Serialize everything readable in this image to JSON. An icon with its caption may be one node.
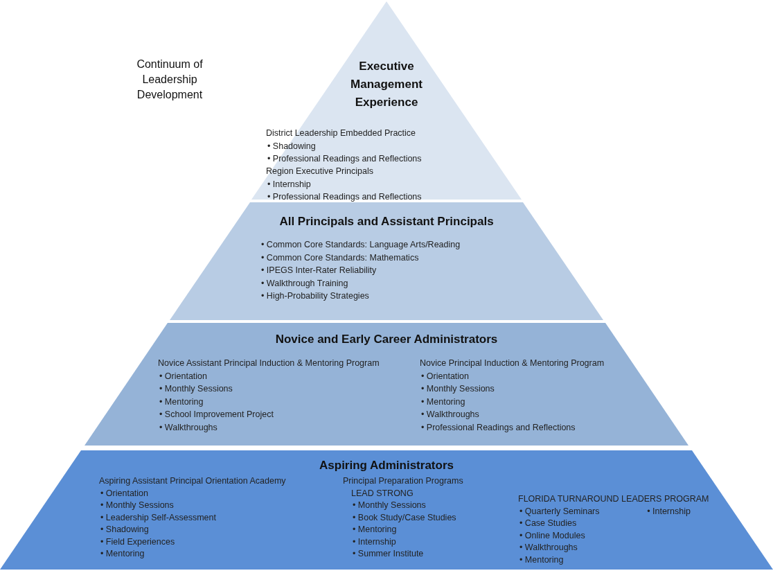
{
  "diagram": {
    "title": "Continuum of Leadership Development",
    "nodes": [
      {
        "text": [
          "Executive Management Experience"
        ]
      },
      {
        "text": [
          "District Leadership Embedded Practice",
          "• Shadowing",
          "• Professional Readings and Reflections"
        ],
        "in": 0
      },
      {
        "text": [
          "Region Executive Principals",
          "• Internship",
          "• Professional Readings and Reflections"
        ],
        "in": 0
      },
      {
        "text": [
          "All Principals and Assistant Principals"
        ]
      },
      {
        "text": [
          "• Common Core Standards: Language Arts/Reading",
          "• Common Core Standards: Mathematics",
          "• IPEGS Inter-Rater Reliability",
          "• Walkthrough Training",
          "• High-Probability Strategies"
        ],
        "in": 3
      },
      {
        "text": [
          "Novice and Early Career Administrators"
        ]
      },
      {
        "text": [
          "Novice Assistant Principal Induction & Mentoring Program",
          "• Orientation",
          "• Monthly Sessions",
          "• Mentoring",
          "• School Improvement Project",
          "• Walkthroughs"
        ],
        "in": 5
      },
      {
        "text": [
          "Novice Principal Induction & Mentoring Program",
          "• Orientation",
          "• Monthly Sessions",
          "• Mentoring",
          "• Walkthroughs",
          "• Professional Readings and Reflections"
        ],
        "in": 5
      },
      {
        "text": [
          "Aspiring Administrators"
        ]
      },
      {
        "text": [
          "Aspiring Assistant Principal Orientation Academy",
          "• Orientation",
          "• Monthly Sessions",
          "• Leadership Self-Assessment",
          "• Shadowing",
          "• Field Experiences",
          "• Mentoring"
        ],
        "in": 8
      },
      {
        "text": [
          "Principal Preparation Programs",
          "LEAD STRONG",
          "• Monthly Sessions",
          "• Book Study/Case Studies",
          "• Mentoring",
          "• Internship",
          "• Summer Institute"
        ],
        "in": 8
      },
      {
        "text": [
          "FLORIDA TURNAROUND LEADERS PROGRAM",
          "• Quarterly Seminars",
          "• Case Studies",
          "• Online Modules",
          "• Walkthroughs",
          "• Mentoring",
          "• Internship"
        ],
        "in": 8
      }
    ]
  }
}
